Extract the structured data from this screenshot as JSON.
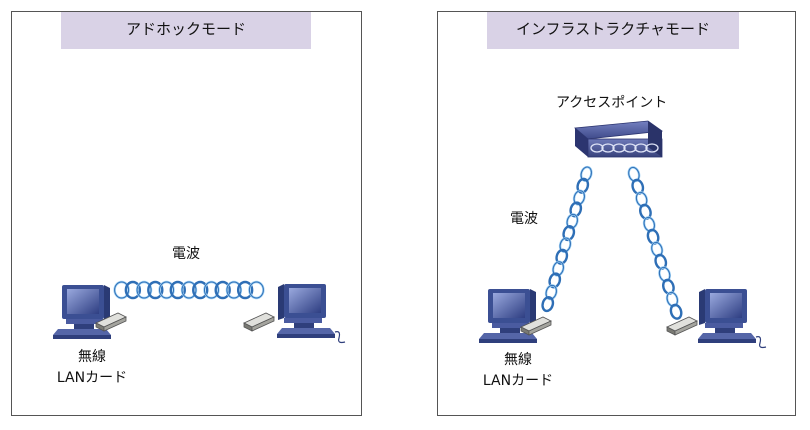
{
  "adhoc": {
    "title": "アドホックモード",
    "wave_label": "電波",
    "card_label_line1": "無線",
    "card_label_line2": "LANカード"
  },
  "infra": {
    "title": "インフラストラクチャモード",
    "ap_label": "アクセスポイント",
    "wave_label": "電波",
    "card_label_line1": "無線",
    "card_label_line2": "LANカード"
  },
  "colors": {
    "title_bg": "#d9d2e6",
    "wave_light": "#9fd0f4",
    "wave_dark": "#2f6fb6",
    "computer_blue": "#3b4f93",
    "ap_body": "#414c8c"
  }
}
